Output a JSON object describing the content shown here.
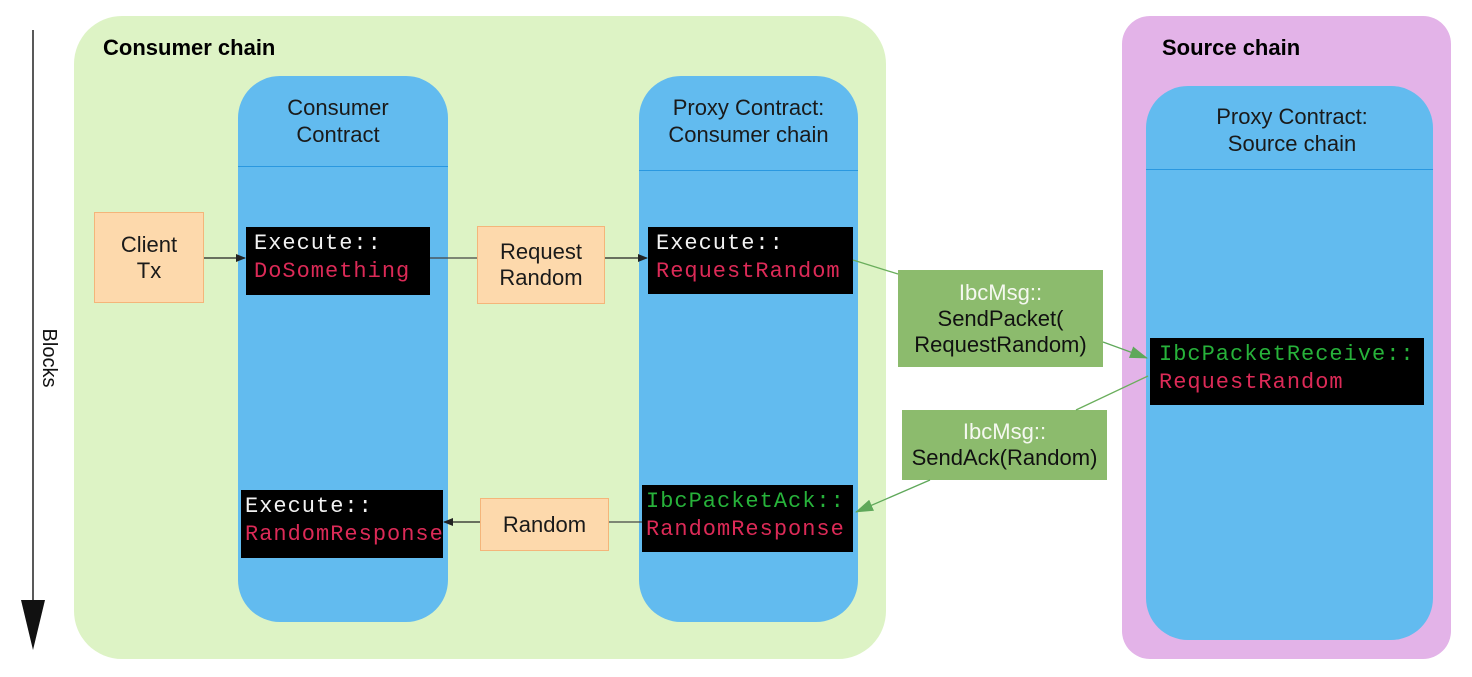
{
  "timeline": {
    "label": "Blocks"
  },
  "consumer_chain": {
    "title": "Consumer chain",
    "consumer_contract": {
      "title_line1": "Consumer",
      "title_line2": "Contract",
      "execute_do": {
        "prefix": "Execute::",
        "name": "DoSomething"
      },
      "execute_response": {
        "prefix": "Execute::",
        "name": "RandomResponse"
      }
    },
    "proxy_contract": {
      "title_line1": "Proxy Contract:",
      "title_line2": "Consumer chain",
      "execute_request": {
        "prefix": "Execute::",
        "name": "RequestRandom"
      },
      "packet_ack": {
        "prefix": "IbcPacketAck::",
        "name": "RandomResponse"
      }
    }
  },
  "source_chain": {
    "title": "Source chain",
    "proxy_contract": {
      "title_line1": "Proxy Contract:",
      "title_line2": "Source chain",
      "packet_receive": {
        "prefix": "IbcPacketReceive::",
        "name": "RequestRandom"
      }
    }
  },
  "messages": {
    "client_tx": {
      "line1": "Client",
      "line2": "Tx"
    },
    "request_random": {
      "line1": "Request",
      "line2": "Random"
    },
    "random": "Random",
    "send_packet": {
      "line1": "IbcMsg::",
      "line2": "SendPacket(",
      "line3": "RequestRandom)"
    },
    "send_ack": {
      "line1": "IbcMsg::",
      "line2": "SendAck(Random)"
    }
  },
  "colors": {
    "consumer_chain_bg": "#ddf3c5",
    "source_chain_bg": "#e3b3e8",
    "contract_bg": "#62bbef",
    "message_bg": "#fdd9ac",
    "ibc_message_bg": "#8cbb6d",
    "code_bg": "#000000",
    "code_keyword": "#dc2a57",
    "code_ibc": "#27b23a"
  }
}
